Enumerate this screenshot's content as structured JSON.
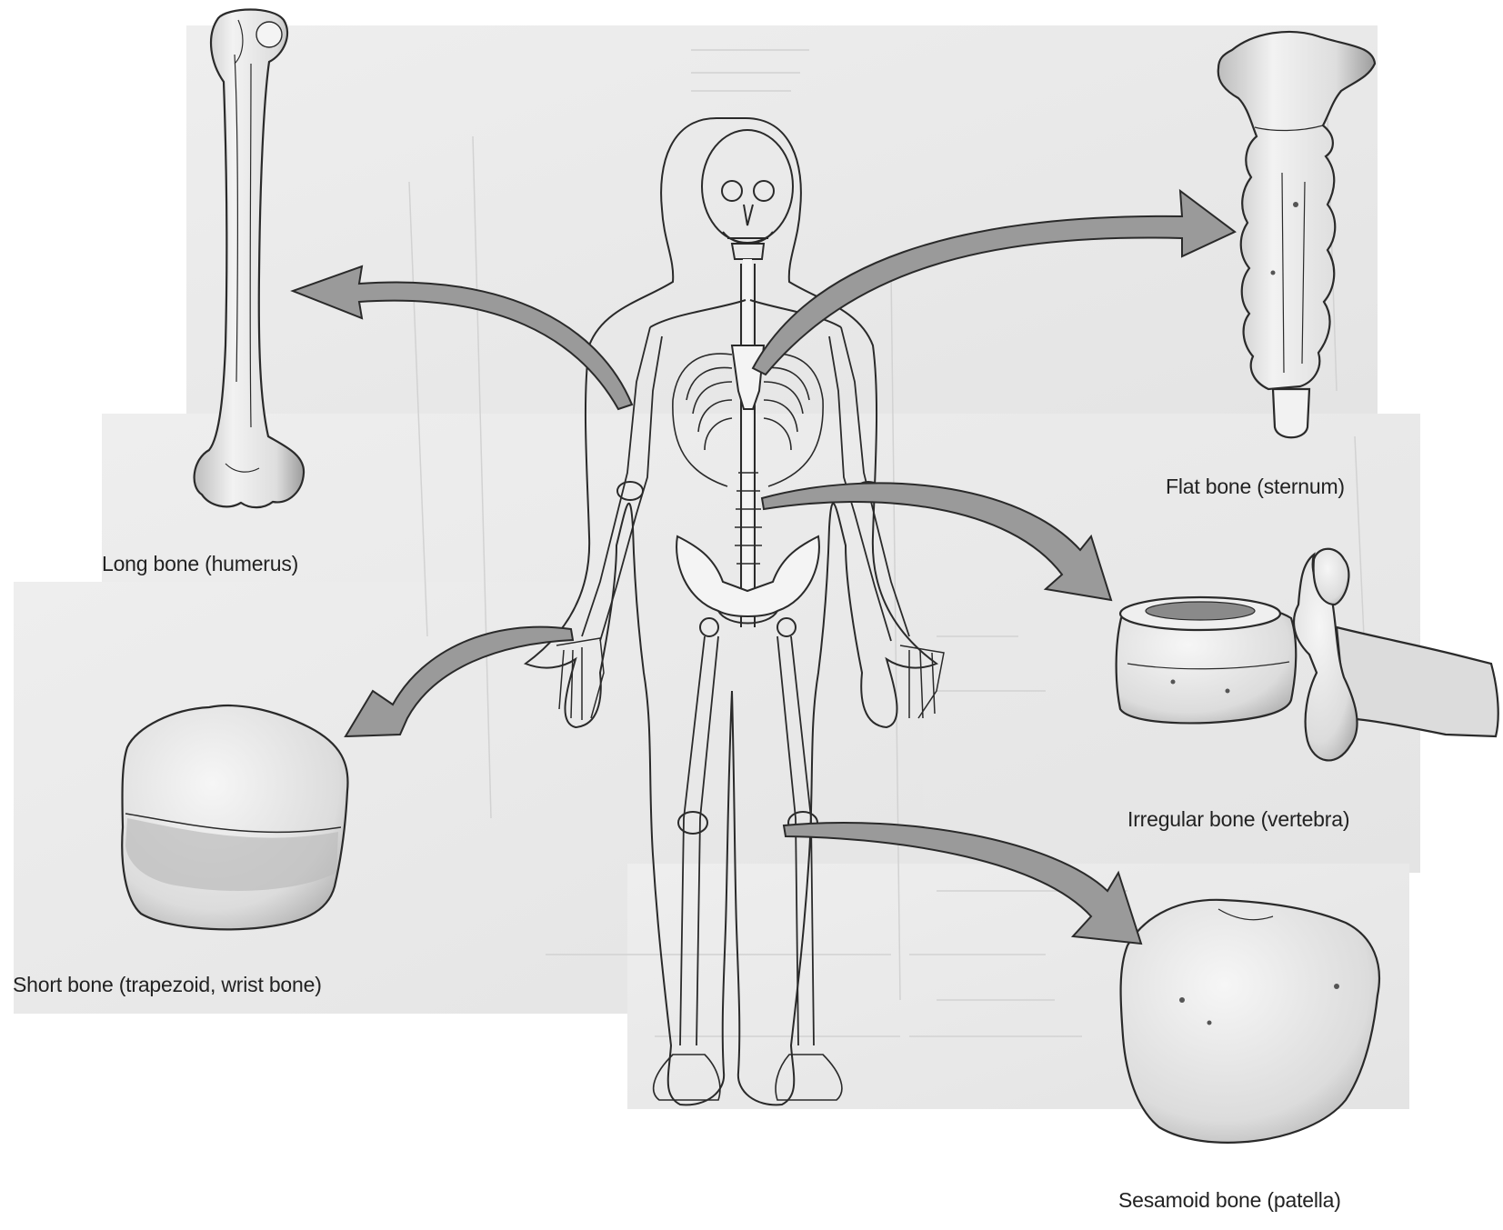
{
  "labels": {
    "long": "Long bone (humerus)",
    "flat": "Flat bone (sternum)",
    "irregular": "Irregular bone (vertebra)",
    "short": "Short bone (trapezoid, wrist bone)",
    "sesamoid": "Sesamoid bone (patella)"
  },
  "colors": {
    "background_patch": "#e9e9e9",
    "line": "#2a2a2a",
    "arrow_fill": "#9a9a9a"
  }
}
